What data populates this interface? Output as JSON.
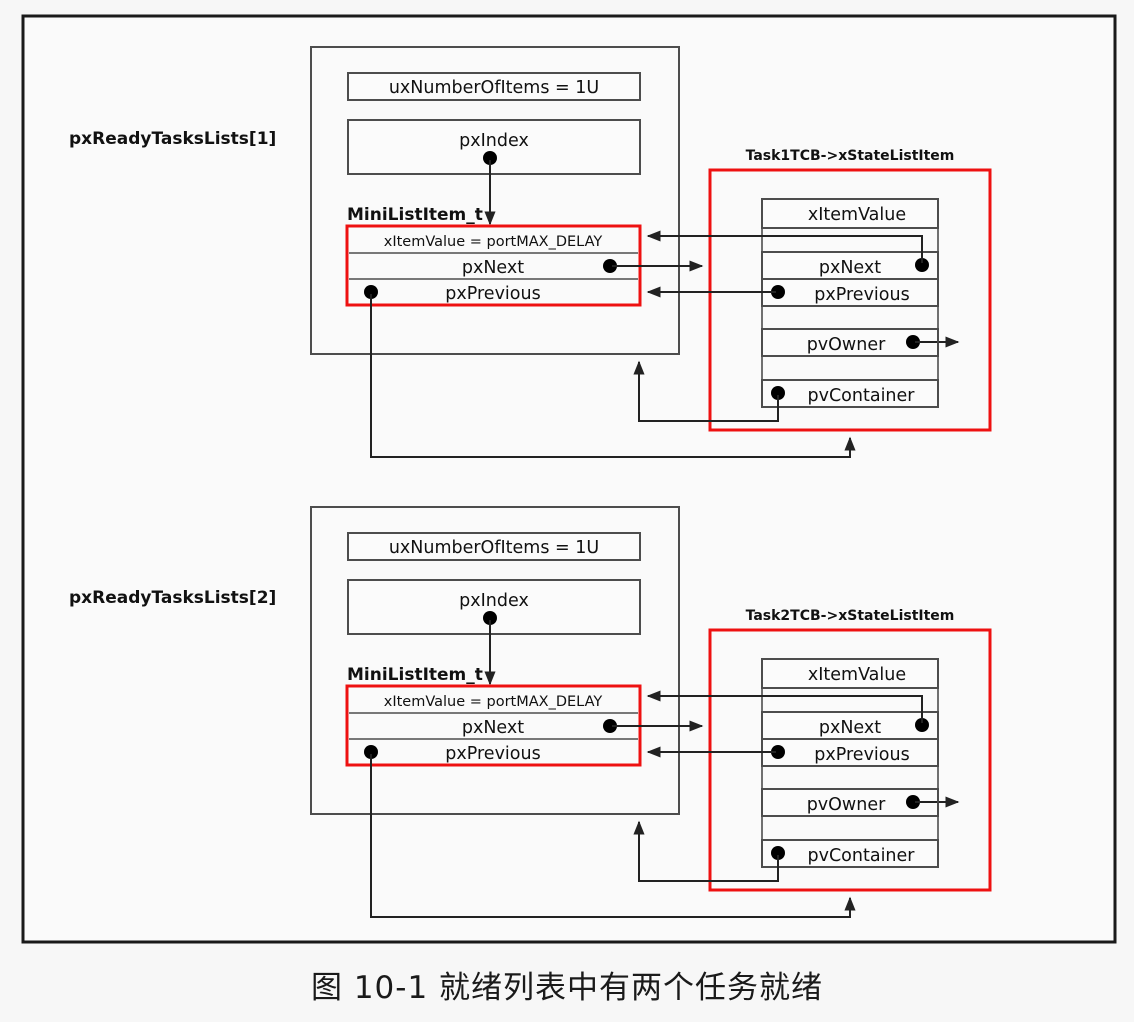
{
  "figure": {
    "caption": "图 10-1 就绪列表中有两个任务就绪",
    "accent_red": "#ee1111",
    "line_color": "#222222",
    "frame_color": "#1a1a1a",
    "background": "#f7f7f7"
  },
  "blocks": [
    {
      "id": "block-1",
      "list_label": "pxReadyTasksLists[1]",
      "list_fields": [
        {
          "name": "uxNumberOfItems",
          "text": "uxNumberOfItems = 1U"
        },
        {
          "name": "pxIndex",
          "text": "pxIndex"
        }
      ],
      "mini_list_item": {
        "struct_label": "MiniListItem_t",
        "rows": [
          {
            "name": "xItemValue",
            "text": "xItemValue = portMAX_DELAY"
          },
          {
            "name": "pxNext",
            "text": "pxNext"
          },
          {
            "name": "pxPrevious",
            "text": "pxPrevious"
          }
        ]
      },
      "tcb": {
        "title": "Task1TCB->xStateListItem",
        "rows": [
          {
            "name": "xItemValue",
            "text": "xItemValue"
          },
          {
            "name": "pxNext",
            "text": "pxNext"
          },
          {
            "name": "pxPrevious",
            "text": "pxPrevious"
          },
          {
            "name": "pvOwner",
            "text": "pvOwner"
          },
          {
            "name": "pvContainer",
            "text": "pvContainer"
          }
        ]
      }
    },
    {
      "id": "block-2",
      "list_label": "pxReadyTasksLists[2]",
      "list_fields": [
        {
          "name": "uxNumberOfItems",
          "text": "uxNumberOfItems = 1U"
        },
        {
          "name": "pxIndex",
          "text": "pxIndex"
        }
      ],
      "mini_list_item": {
        "struct_label": "MiniListItem_t",
        "rows": [
          {
            "name": "xItemValue",
            "text": "xItemValue = portMAX_DELAY"
          },
          {
            "name": "pxNext",
            "text": "pxNext"
          },
          {
            "name": "pxPrevious",
            "text": "pxPrevious"
          }
        ]
      },
      "tcb": {
        "title": "Task2TCB->xStateListItem",
        "rows": [
          {
            "name": "xItemValue",
            "text": "xItemValue"
          },
          {
            "name": "pxNext",
            "text": "pxNext"
          },
          {
            "name": "pxPrevious",
            "text": "pxPrevious"
          },
          {
            "name": "pvOwner",
            "text": "pvOwner"
          },
          {
            "name": "pvContainer",
            "text": "pvContainer"
          }
        ]
      }
    }
  ]
}
